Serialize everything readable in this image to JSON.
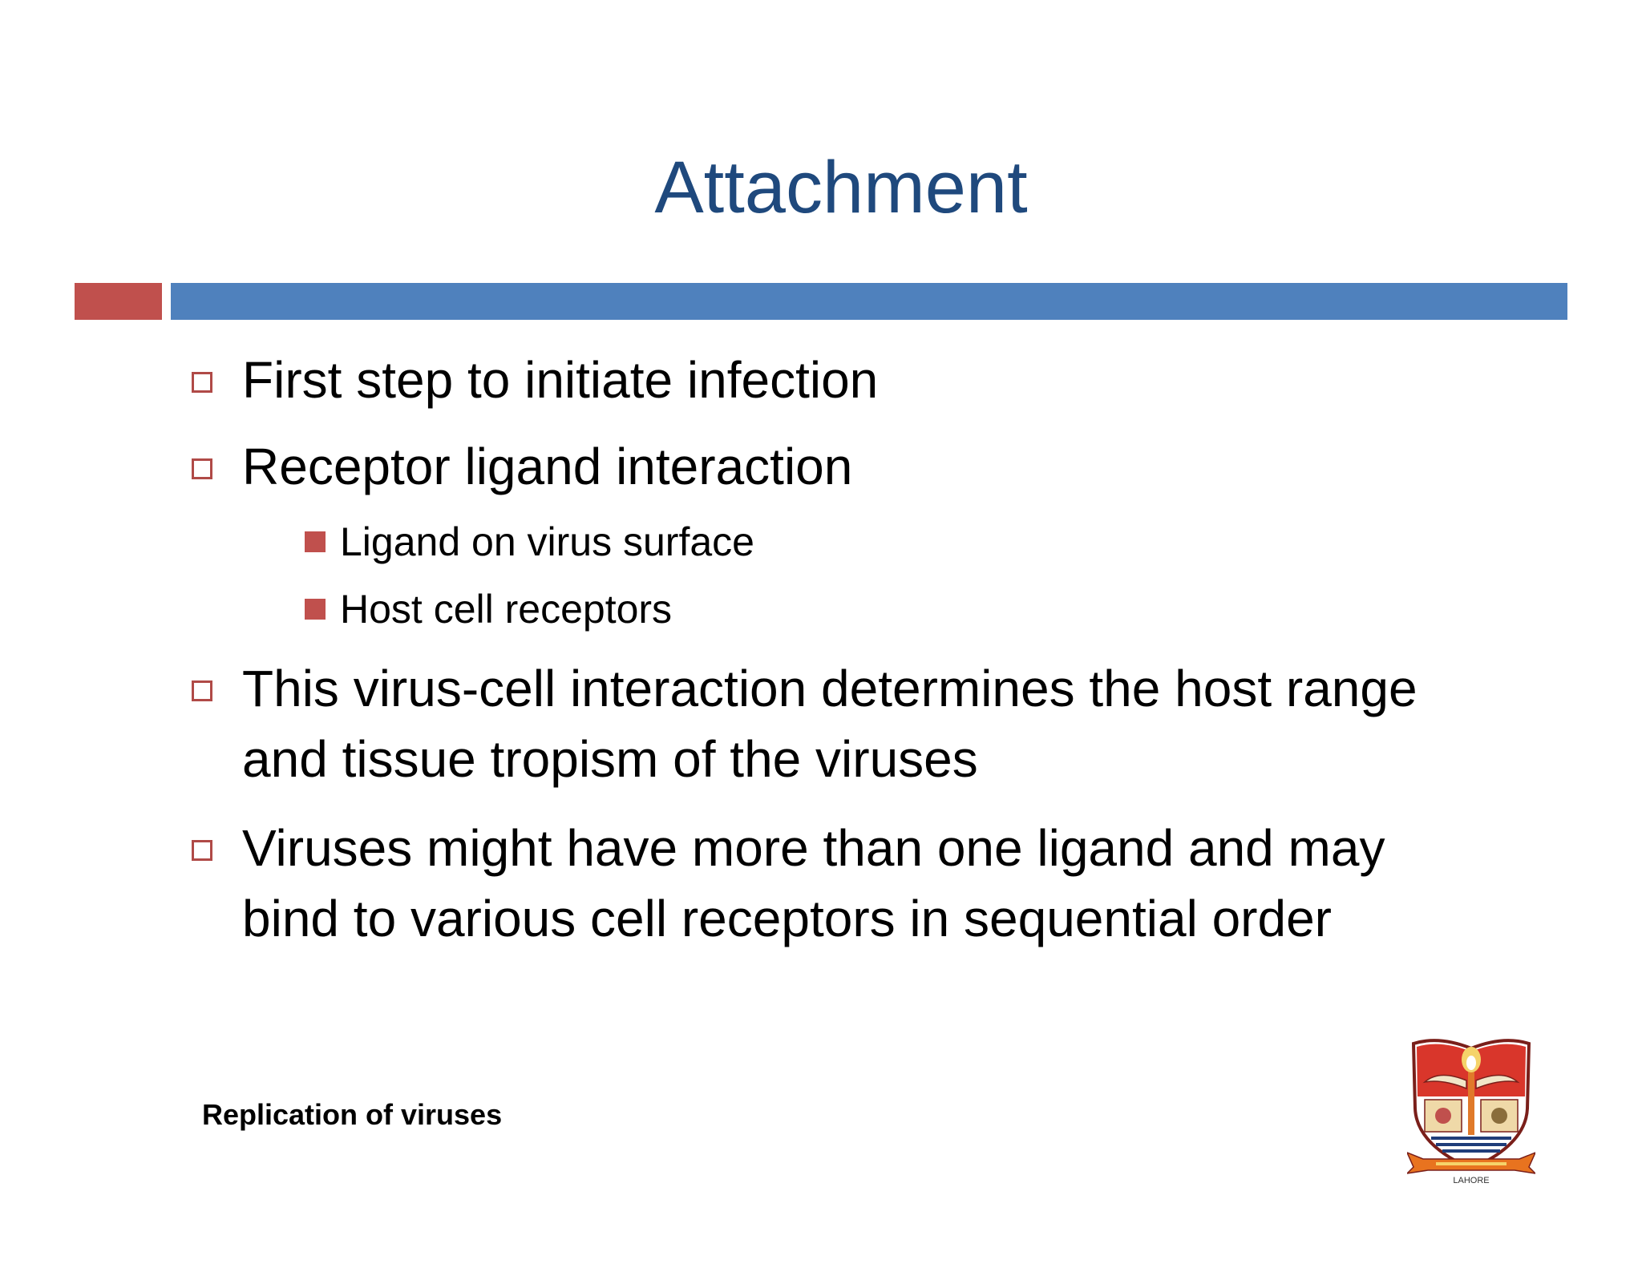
{
  "slide": {
    "title": "Attachment",
    "bullets": [
      {
        "text": "First step to initiate infection"
      },
      {
        "text": "Receptor ligand interaction",
        "sub": [
          {
            "text": "Ligand on virus surface"
          },
          {
            "text": "Host cell receptors"
          }
        ]
      },
      {
        "text": "This virus-cell interaction determines the host range and tissue tropism of the viruses"
      },
      {
        "text": "Viruses might have more than one ligand and may bind to various cell receptors in sequential order"
      }
    ],
    "footer": "Replication of viruses",
    "logo_caption": "LAHORE",
    "colors": {
      "title": "#1f497d",
      "accent_red": "#c0504d",
      "accent_blue": "#4f81bd"
    }
  }
}
